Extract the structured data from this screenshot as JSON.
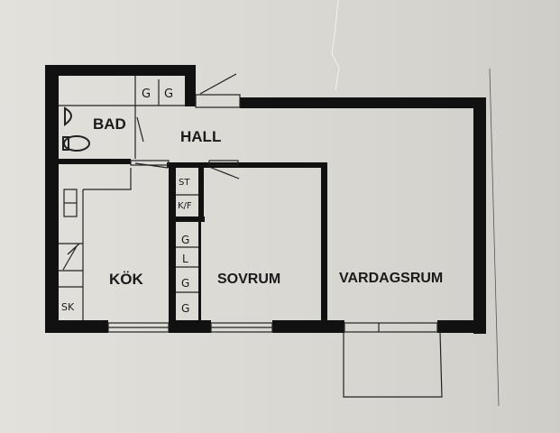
{
  "floor_plan": {
    "rooms": [
      {
        "id": "bad",
        "label": "BAD"
      },
      {
        "id": "hall",
        "label": "HALL"
      },
      {
        "id": "kok",
        "label": "KÖK"
      },
      {
        "id": "sovrum",
        "label": "SOVRUM"
      },
      {
        "id": "vardagsrum",
        "label": "VARDAGSRUM"
      }
    ],
    "closets": {
      "hall_top": [
        "G",
        "G"
      ],
      "kitchen_side": [
        "ST",
        "K/F"
      ],
      "bedroom_side": [
        "G",
        "L",
        "G",
        "G"
      ],
      "kitchen_corner": "SK"
    },
    "colors": {
      "paper": "#dedcd6",
      "wall": "#111111",
      "line": "#222222"
    }
  }
}
